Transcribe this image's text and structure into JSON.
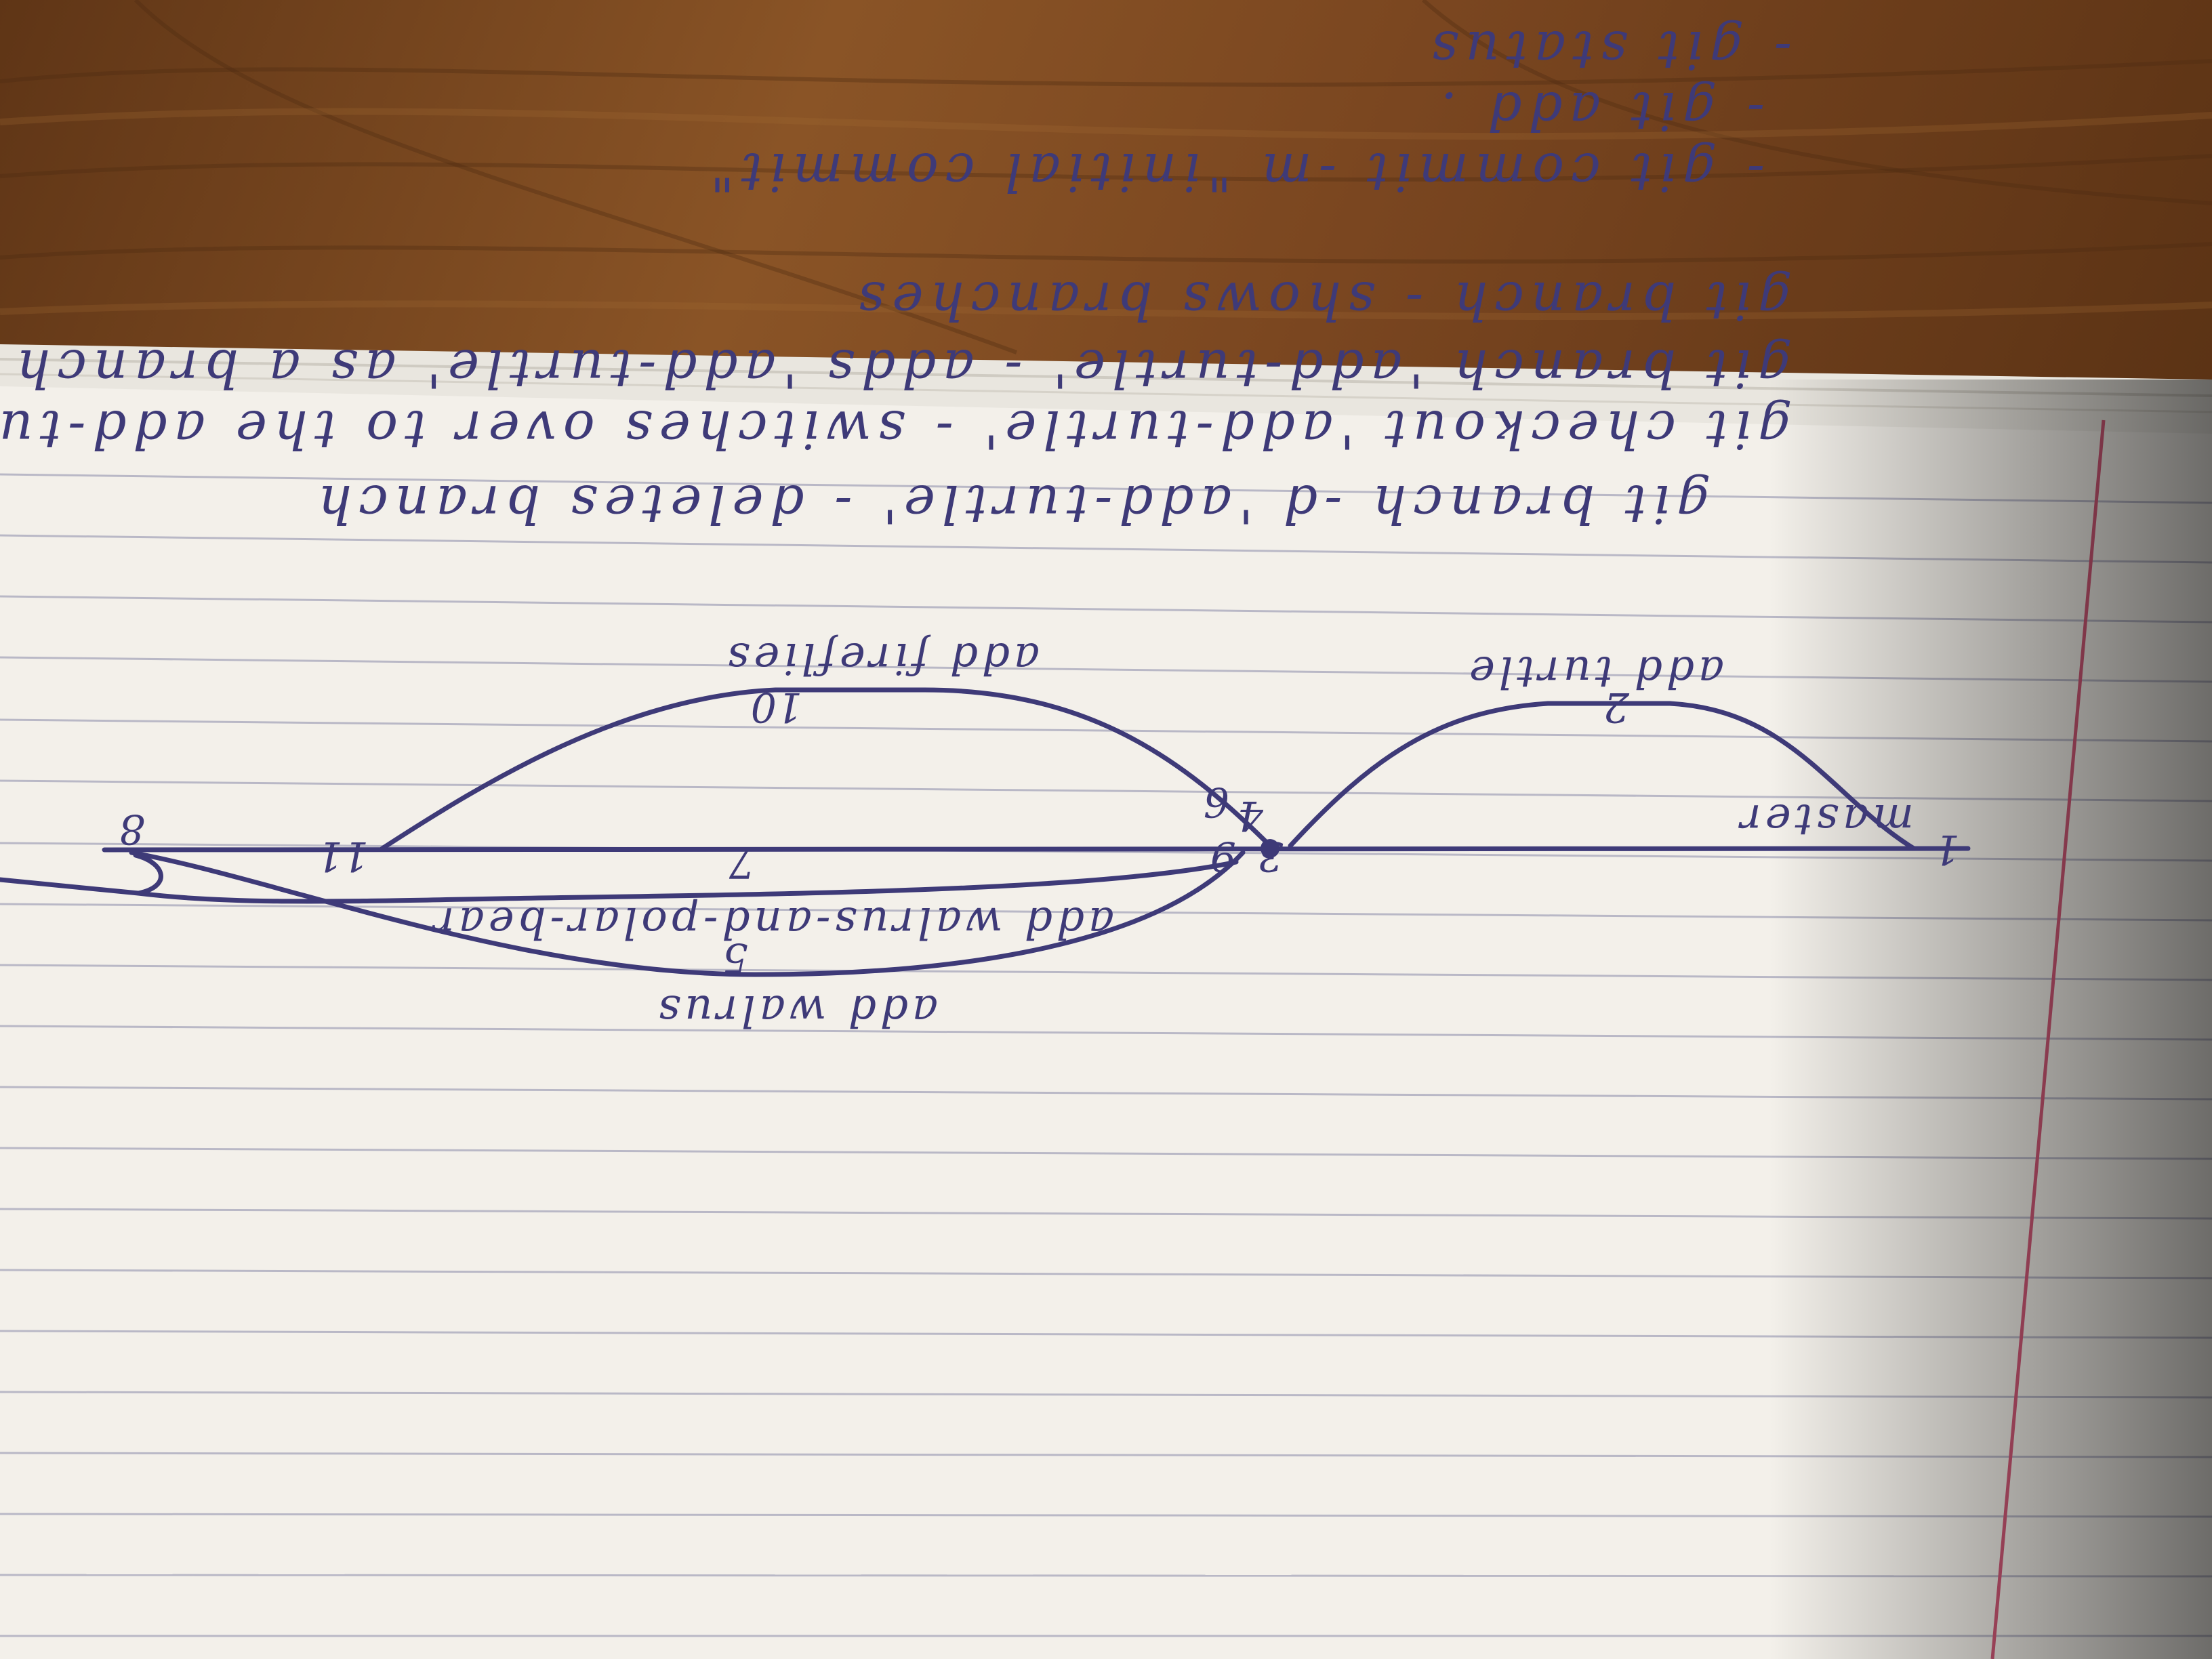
{
  "image": {
    "subject": "hand-written git notes on lined notebook paper, photographed upside down on a wooden table",
    "colors": {
      "table_wood": "#7a4a22",
      "paper": "#f4f1ea",
      "rule_line": "#b9b8c6",
      "margin_line": "#d25a78",
      "ink": "#3e3a78"
    }
  },
  "notes": {
    "lines": [
      "- git status",
      "- git add .",
      "- git commit -m \"initial commit\"",
      "git branch - shows branches",
      "git branch 'add-turtle' - adds 'add-turtle' as a branch",
      "git checkout 'add-turtle' - switches over to the add-turtle",
      "git branch -d 'add-turtle' - deletes branch"
    ]
  },
  "diagram": {
    "trunk_label": "master",
    "branches": [
      {
        "label": "add turtle",
        "commit": "2"
      },
      {
        "label": "add fireflies",
        "commit": "10"
      },
      {
        "label": "add walrus-and-polar-bear",
        "commit": "7"
      },
      {
        "label": "add walrus",
        "commit": "5"
      }
    ],
    "commits": [
      "1",
      "3",
      "4",
      "6",
      "8",
      "9",
      "11"
    ]
  }
}
